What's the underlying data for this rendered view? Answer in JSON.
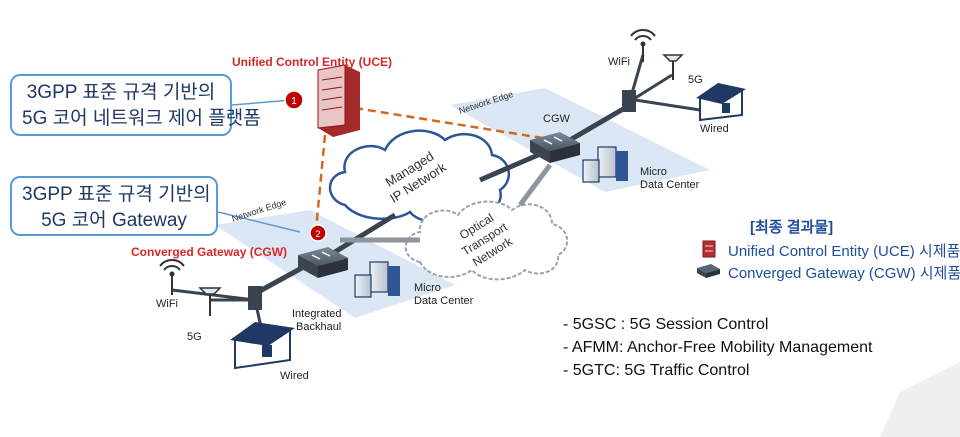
{
  "callouts": {
    "uce_platform": {
      "line1": "3GPP 표준 규격 기반의",
      "line2": "5G 코어 네트워크 제어 플랫폼"
    },
    "core_gateway": {
      "line1": "3GPP 표준 규격 기반의",
      "line2": "5G 코어 Gateway"
    }
  },
  "labels": {
    "uce_title": "Unified Control Entity (UCE)",
    "cgw_title": "Converged Gateway (CGW)",
    "cgw_right": "CGW",
    "network_edge_left": "Network Edge",
    "network_edge_right": "Network Edge",
    "managed_ip_line1": "Managed",
    "managed_ip_line2": "IP Network",
    "optical_line1": "Optical",
    "optical_line2": "Transport",
    "optical_line3": "Network",
    "micro_dc_left_1": "Micro",
    "micro_dc_left_2": "Data Center",
    "micro_dc_right_1": "Micro",
    "micro_dc_right_2": "Data Center",
    "integrated_1": "Integrated",
    "integrated_2": "Backhaul",
    "wifi_left": "WiFi",
    "fiveg_left": "5G",
    "wired_left": "Wired",
    "wifi_right": "WiFi",
    "fiveg_right": "5G",
    "wired_right": "Wired",
    "marker_1": "1",
    "marker_2": "2"
  },
  "legend": {
    "title": "[최종 결과물]",
    "items": [
      "Unified Control Entity (UCE) 시제품",
      "Converged Gateway (CGW) 시제품"
    ]
  },
  "notes": [
    "- 5GSC : 5G Session Control",
    "- AFMM: Anchor-Free Mobility Management",
    "- 5GTC: 5G Traffic Control"
  ],
  "colors": {
    "accent_red": "#d62828",
    "accent_blue": "#1f4e9a",
    "callout_border": "#5b9bd5",
    "edge_zone": "#dbe7f5",
    "link_orange": "#d2691e"
  }
}
